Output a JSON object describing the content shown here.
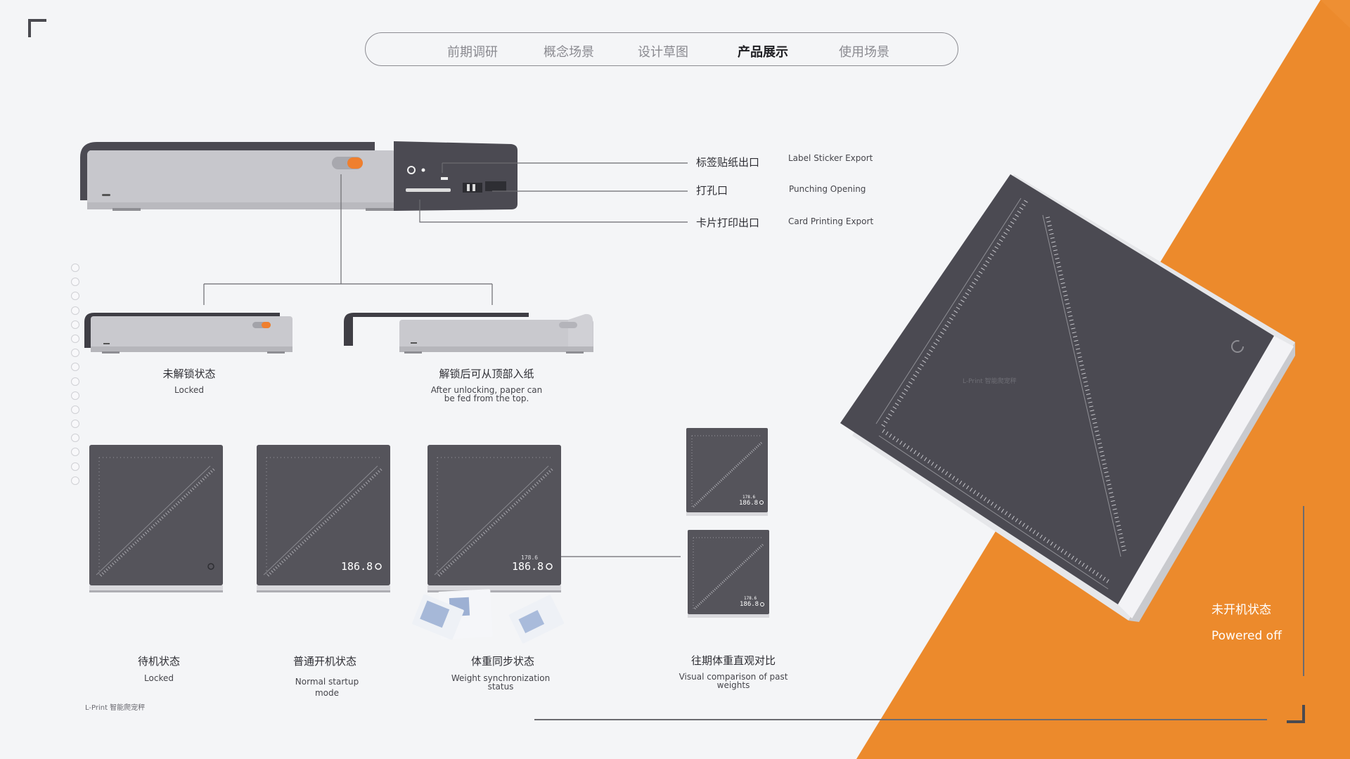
{
  "nav": {
    "items": [
      {
        "label": "前期调研"
      },
      {
        "label": "概念场景"
      },
      {
        "label": "设计草图"
      },
      {
        "label": "产品展示",
        "active": true
      },
      {
        "label": "使用场景"
      }
    ]
  },
  "callouts": [
    {
      "cn": "标签贴纸出口",
      "en": "Label Sticker Export"
    },
    {
      "cn": "打孔口",
      "en": "Punching Opening"
    },
    {
      "cn": "卡片打印出口",
      "en": "Card Printing Export"
    }
  ],
  "lock_states": [
    {
      "cn": "未解锁状态",
      "en": "Locked"
    },
    {
      "cn": "解锁后可从顶部入纸",
      "en": "After unlocking, paper can be fed from the top."
    }
  ],
  "screen_states": [
    {
      "cn": "待机状态",
      "en": "Locked"
    },
    {
      "cn": "普通开机状态",
      "en": "Normal startup mode",
      "weight": "186.8"
    },
    {
      "cn": "体重同步状态",
      "en": "Weight synchronization status",
      "weight": "186.8",
      "sub_weight": "178.6"
    },
    {
      "cn": "往期体重直观对比",
      "en": "Visual comparison of past weights"
    }
  ],
  "compare_readings": {
    "top": "178.6",
    "bottom": "178.6"
  },
  "brand": "L-Print 智能爬宠秤",
  "device_brand": "L-Print 智能爬宠秤",
  "power_state": {
    "cn": "未开机状态",
    "en": "Powered off"
  },
  "colors": {
    "background": "#f4f5f7",
    "accent_orange": "#ec8a2c",
    "device_dark": "#4b4a52",
    "device_light": "#c9c9ce",
    "indicator_orange": "#ef7f2e"
  },
  "icons": [
    "power-icon"
  ]
}
